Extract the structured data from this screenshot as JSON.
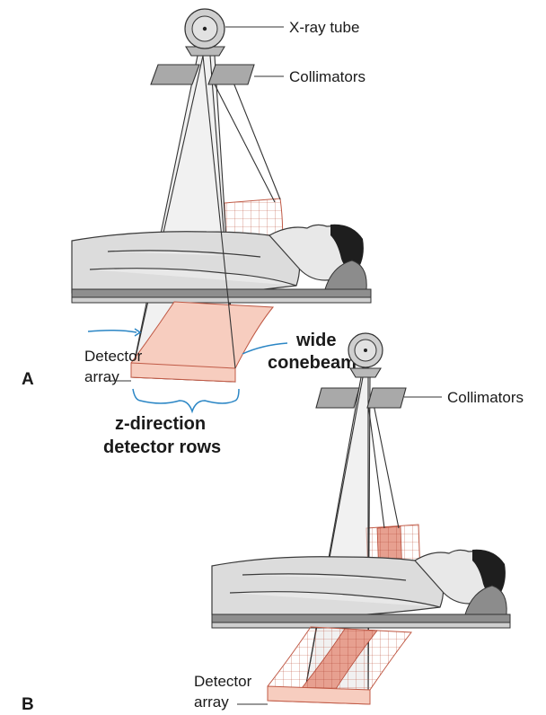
{
  "panel_a": {
    "letter": "A",
    "xray_tube_label": "X-ray tube",
    "collimators_label": "Collimators",
    "detector_label_line1": "Detector",
    "detector_label_line2": "array",
    "conebeam_line1": "wide",
    "conebeam_line2": "conebeam",
    "rows_line1": "z-direction",
    "rows_line2": "detector rows"
  },
  "panel_b": {
    "letter": "B",
    "collimators_label": "Collimators",
    "detector_label_line1": "Detector",
    "detector_label_line2": "array"
  },
  "colors": {
    "detector_fill": "#f7cdbf",
    "detector_grid": "#c05a46",
    "annotation_blue": "#2b86c5"
  }
}
